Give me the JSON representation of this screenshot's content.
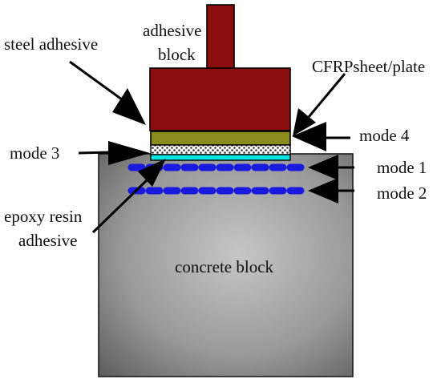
{
  "labels": {
    "steel_adhesive": "steel adhesive",
    "adhesive_block_line1": "adhesive",
    "adhesive_block_line2": "block",
    "cfrp": "CFRPsheet/plate",
    "mode3": "mode 3",
    "mode4": "mode 4",
    "mode1": "mode 1",
    "mode2": "mode 2",
    "epoxy_line1": "epoxy resin",
    "epoxy_line2": "adhesive",
    "concrete": "concrete block"
  },
  "colors": {
    "steel": "#8b0d0d",
    "adhesive_layer": "#8b8b1e",
    "cfrp_layer": "#00e5e5",
    "failure_dash": "#1a1adf",
    "arrow": "#000000",
    "concrete_light": "#c6c6c6",
    "concrete_dark": "#616161"
  }
}
